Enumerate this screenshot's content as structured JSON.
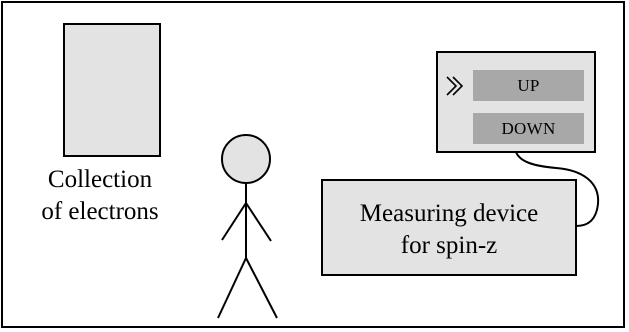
{
  "electron_collection": {
    "label_line1": "Collection",
    "label_line2": "of electrons",
    "fill_color": "#e3e3e3"
  },
  "measuring_device": {
    "label_line1": "Measuring device",
    "label_line2": "for spin-z",
    "fill_color": "#e3e3e3"
  },
  "display_panel": {
    "fill_color": "#e3e3e3",
    "selector_icon": "double-chevron-right-icon",
    "up_label": "UP",
    "down_label": "DOWN",
    "button_color": "#a8a8a8"
  },
  "observer": {
    "icon": "stick-figure-icon"
  }
}
